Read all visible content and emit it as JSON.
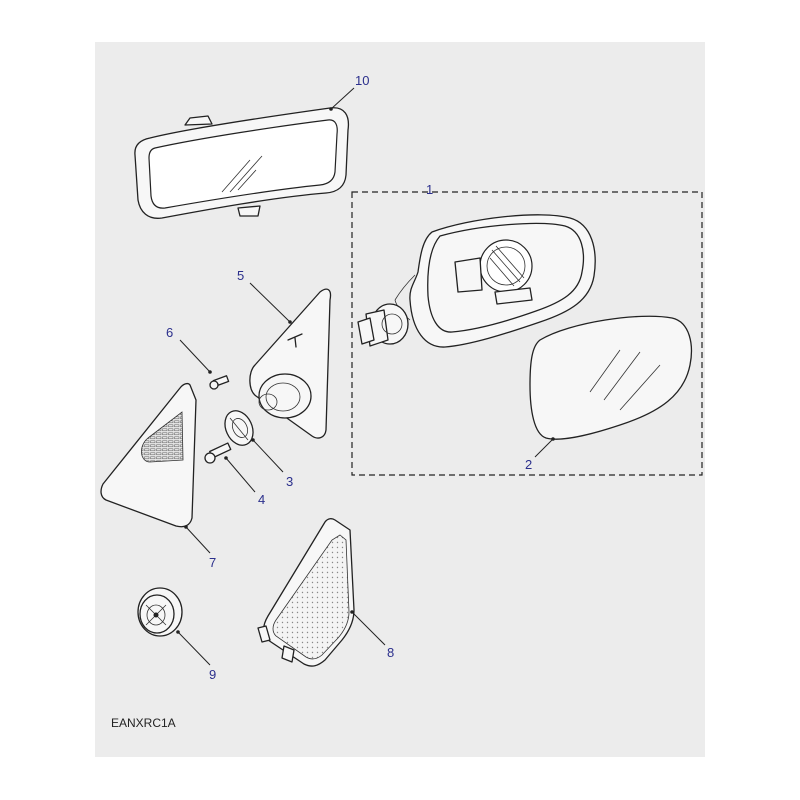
{
  "diagram": {
    "code": "EANXRC1A",
    "callouts": {
      "p1": "1",
      "p2": "2",
      "p3": "3",
      "p4": "4",
      "p5": "5",
      "p6": "6",
      "p7": "7",
      "p8": "8",
      "p9": "9",
      "p10": "10"
    },
    "colors": {
      "background": "#ececec",
      "callout_text": "#2b2f8c",
      "line": "#222222"
    }
  }
}
